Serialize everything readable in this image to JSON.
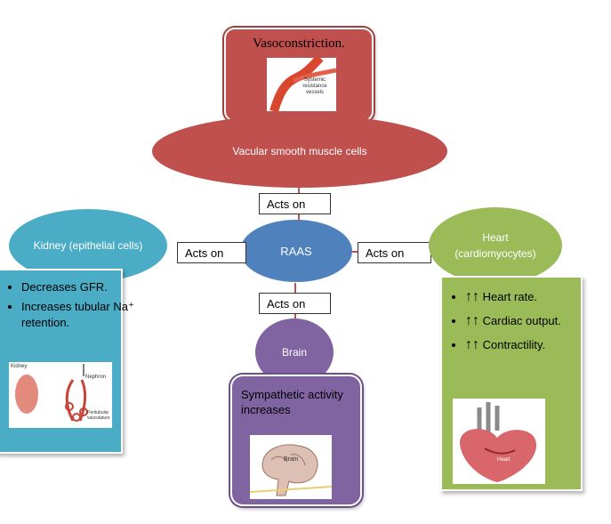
{
  "top": {
    "title": "Vasoconstriction.",
    "image_caption": "Systemic resistance vessels"
  },
  "vascular": {
    "label": "Vacular smooth muscle cells"
  },
  "raas": {
    "label": "RAAS"
  },
  "kidney": {
    "label": "Kidney  (epithelial cells)",
    "bullets": [
      "Decreases GFR.",
      "Increases tubular Na⁺ retention."
    ],
    "image_labels": [
      "Kidney",
      "Nephron",
      "Peritubular vasculature"
    ]
  },
  "heart": {
    "label_line1": "Heart",
    "label_line2": "(cardiomyocytes)",
    "bullets": [
      "Heart rate.",
      "Cardiac output.",
      "Contractility."
    ],
    "arrow_glyph": "↑↑",
    "image_label": "Heart"
  },
  "brain": {
    "label": "Brain",
    "effect": "Sympathetic activity increases",
    "image_label": "Brain"
  },
  "acts_on": {
    "top": "Acts on",
    "left": "Acts on",
    "right": "Acts on",
    "bottom": "Acts on"
  },
  "colors": {
    "red": "#c0504d",
    "blue_center": "#4f81bd",
    "cyan": "#4bacc6",
    "green": "#9bbb59",
    "purple": "#8064a2"
  }
}
